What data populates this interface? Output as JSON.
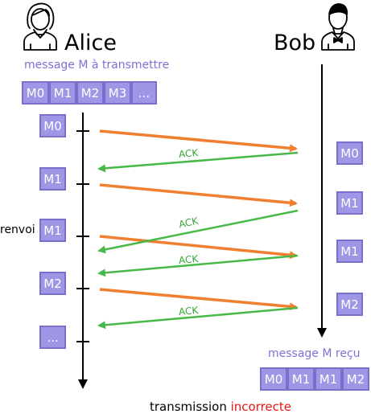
{
  "alice": {
    "name": "Alice",
    "to_send_label": "message M à transmettre"
  },
  "bob": {
    "name": "Bob",
    "received_label": "message M reçu"
  },
  "message_queue": [
    "M0",
    "M1",
    "M2",
    "M3",
    "..."
  ],
  "alice_timeline": [
    "M0",
    "M1",
    "M1",
    "M2",
    "..."
  ],
  "bob_timeline": [
    "M0",
    "M1",
    "M1",
    "M2"
  ],
  "received_sequence": [
    "M0",
    "M1",
    "M1",
    "M2"
  ],
  "resend_label": "renvoi",
  "ack_label": "ACK",
  "caption": {
    "prefix": "transmission ",
    "highlight": "incorrecte"
  },
  "colors": {
    "box_fill": "#9d97e6",
    "box_border": "#7870cc",
    "caption_text": "#7b72d8",
    "message_arrow": "#f07f2f",
    "ack_arrow": "#48b848",
    "error_text": "#e81515"
  },
  "icons": {
    "alice": "woman-icon",
    "bob": "man-icon"
  }
}
